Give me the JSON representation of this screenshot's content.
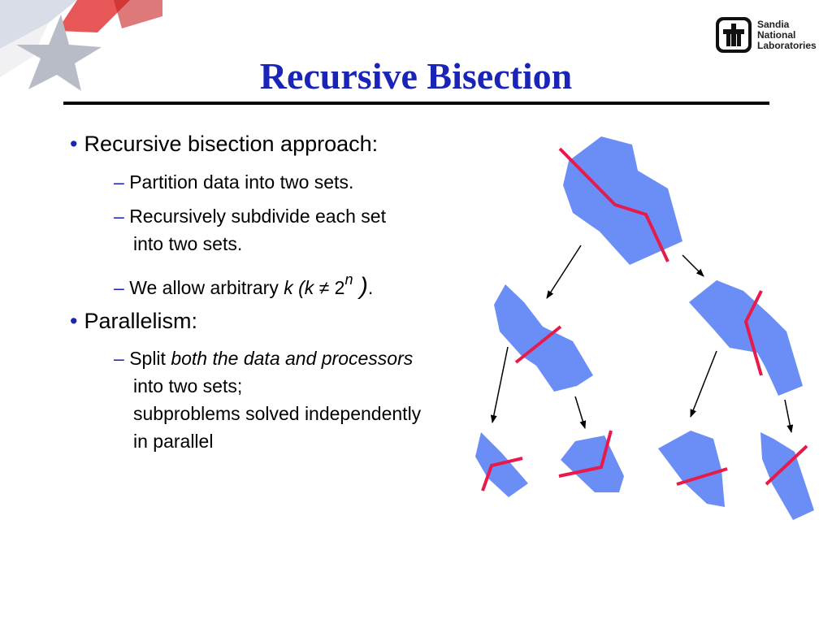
{
  "title": "Recursive Bisection",
  "logo": {
    "line1": "Sandia",
    "line2": "National",
    "line3": "Laboratories"
  },
  "bullets": {
    "b1": {
      "bullet": "•",
      "text": "Recursive bisection approach:"
    },
    "b1_sub1": {
      "dash": "–",
      "text": "Partition data into two sets."
    },
    "b1_sub2": {
      "dash": "–",
      "line1": "Recursively subdivide each set",
      "line2": "into two sets."
    },
    "b1_sub3": {
      "dash": "–",
      "prefix": "We allow arbitrary ",
      "italic": "k (k",
      "middle": " ≠ 2",
      "exponent": "n",
      "paren": " )",
      "suffix": "."
    },
    "b2": {
      "bullet": "•",
      "text": "Parallelism:"
    },
    "b2_sub1": {
      "dash": "–",
      "prefix": "Split ",
      "italic": "both the data and processors",
      "line2": "into two sets;",
      "line3": "subproblems solved independently",
      "line4": "in parallel"
    }
  },
  "colors": {
    "title": "#1a25b8",
    "region_fill": "#6a8ef5",
    "cut_line": "#e8194b",
    "arrow": "#000000"
  }
}
